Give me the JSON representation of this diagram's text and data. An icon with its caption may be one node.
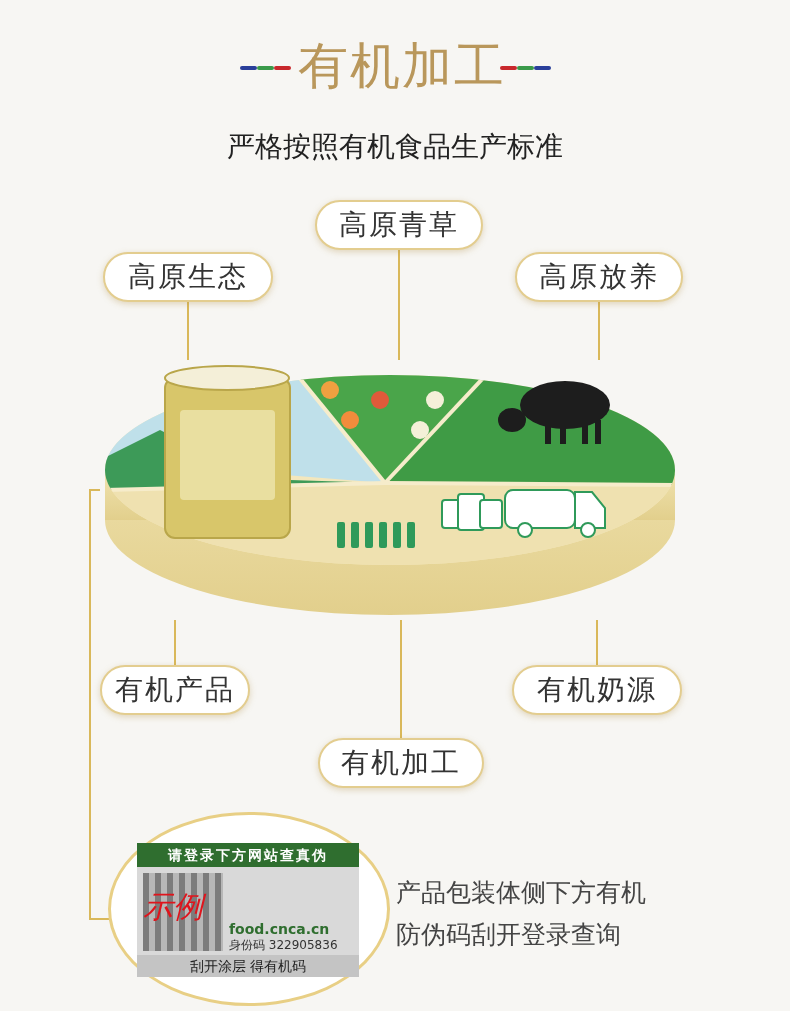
{
  "diagram": {
    "title": "有机加工",
    "nodes": [
      {
        "text": [
          "高原青草"
        ]
      },
      {
        "text": [
          "高原生态"
        ]
      },
      {
        "text": [
          "高原放养"
        ]
      },
      {
        "text": [],
        "shape": "picture"
      },
      {
        "text": [
          "有机产品"
        ]
      },
      {
        "text": [
          "有机奶源"
        ]
      },
      {
        "text": [
          "有机加工"
        ]
      },
      {
        "text": [
          "请登录下方网站查真伪",
          "示例",
          "food.cnca.cn",
          "身份码 322905836",
          "刮开涂层 得有机码"
        ],
        "beside": [
          "产品包装体侧下方有机防伪码刮开登录查询"
        ]
      }
    ],
    "edges": [
      {
        "from": 0,
        "to": 3,
        "arrow": "none"
      },
      {
        "from": 1,
        "to": 3,
        "arrow": "none"
      },
      {
        "from": 2,
        "to": 3,
        "arrow": "none"
      },
      {
        "from": 4,
        "to": 3,
        "arrow": "none"
      },
      {
        "from": 5,
        "to": 3,
        "arrow": "none"
      },
      {
        "from": 6,
        "to": 3,
        "arrow": "none"
      },
      {
        "from": 3,
        "to": 7,
        "arrow": "none"
      }
    ],
    "labels": [
      "严格按照有机食品生产标准"
    ]
  }
}
